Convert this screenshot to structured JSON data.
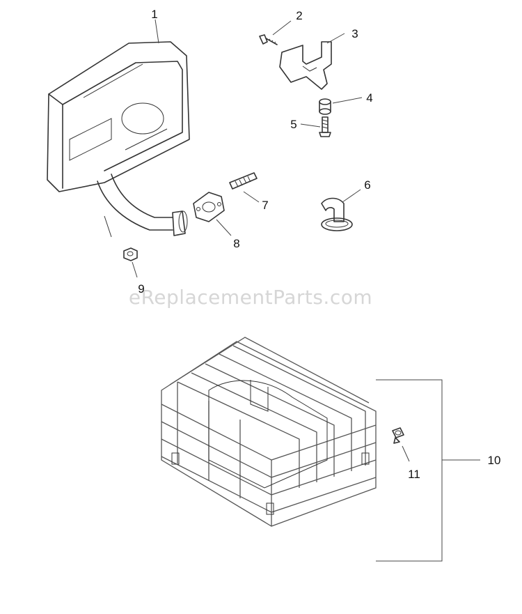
{
  "watermark": "eReplacementParts.com",
  "callouts": {
    "c1": "1",
    "c2": "2",
    "c3": "3",
    "c4": "4",
    "c5": "5",
    "c6": "6",
    "c7": "7",
    "c8": "8",
    "c9": "9",
    "c10": "10",
    "c11": "11"
  },
  "colors": {
    "line": "#333333",
    "watermark": "#d6d6d6",
    "background": "#ffffff"
  }
}
